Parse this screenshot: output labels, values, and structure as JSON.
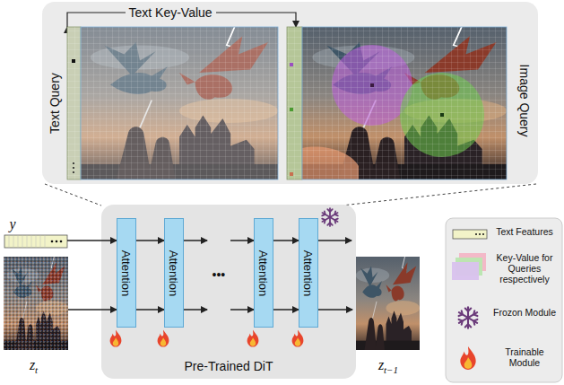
{
  "diagram": {
    "nodes": [
      {
        "text": [
          "Pre-Trained DiT"
        ]
      },
      {
        "text": [
          "Attention"
        ],
        "in": 0
      },
      {
        "text": [
          "Attention"
        ],
        "in": 0
      },
      {
        "text": [
          "Attention"
        ],
        "in": 0
      },
      {
        "text": [
          "Attention"
        ],
        "in": 0
      }
    ],
    "edges": [
      {
        "from": 1,
        "to": 2,
        "arrow": "to"
      },
      {
        "from": 1,
        "to": 2,
        "arrow": "to"
      },
      {
        "from": 3,
        "to": 4,
        "arrow": "to"
      },
      {
        "from": 3,
        "to": 4,
        "arrow": "to"
      }
    ],
    "labels": [
      "Text Key-Value",
      "Text Query",
      "Image Query",
      "y",
      "z",
      "t",
      "z",
      "t−1",
      "•••"
    ],
    "legend": [
      {
        "text": "Text Features"
      },
      {
        "text": "Key-Value for Queries respectively"
      },
      {
        "text": "Frozon Module"
      },
      {
        "text": "Trainable Module"
      }
    ]
  }
}
